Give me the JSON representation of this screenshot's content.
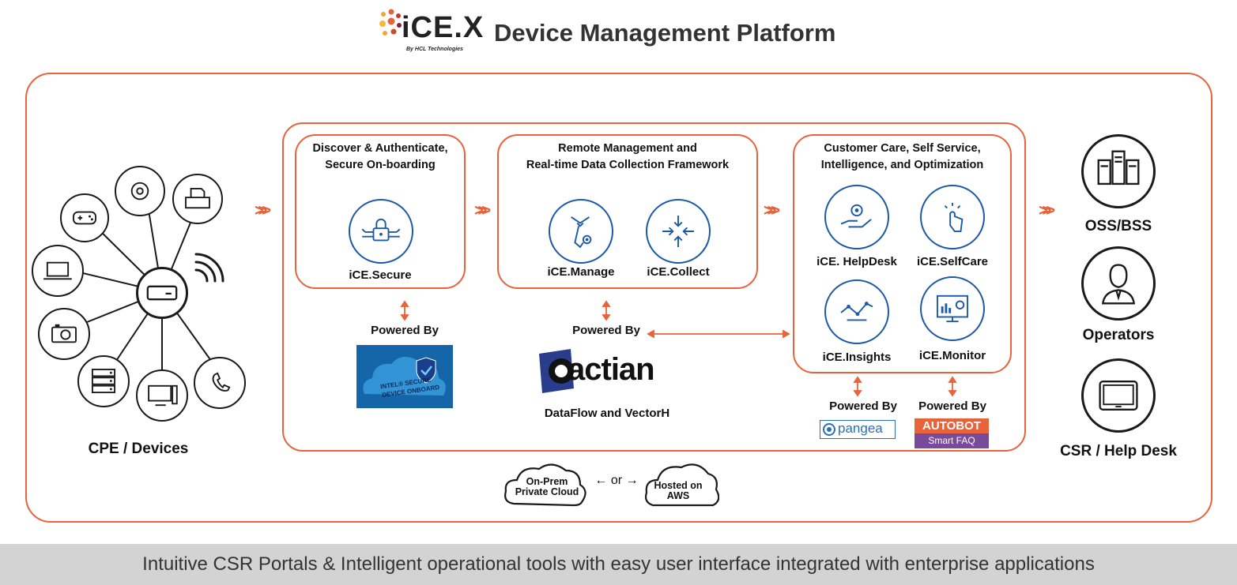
{
  "header": {
    "logo_text": "iCE.X",
    "logo_tagline": "By HCL Technologies",
    "title": "Device Management Platform"
  },
  "left": {
    "label": "CPE / Devices"
  },
  "secure_box": {
    "title_line1": "Discover & Authenticate,",
    "title_line2": "Secure On-boarding",
    "module": "iCE.Secure"
  },
  "manage_box": {
    "title_line1": "Remote Management and",
    "title_line2": "Real-time Data Collection Framework",
    "modules": [
      "iCE.Manage",
      "iCE.Collect"
    ]
  },
  "care_box": {
    "title_line1": "Customer Care, Self Service,",
    "title_line2": "Intelligence, and Optimization",
    "modules": [
      "iCE. HelpDesk",
      "iCE.SelfCare",
      "iCE.Insights",
      "iCE.Monitor"
    ]
  },
  "powered": {
    "label": "Powered By",
    "intel": {
      "line1": "INTEL® SECURE",
      "line2": "DEVICE ONBOARD"
    },
    "actian": {
      "logo": "actian",
      "caption": "DataFlow and VectorH"
    },
    "pangea": {
      "logo": "pangea"
    },
    "autobot": {
      "line1": "AUTOBOT",
      "line2": "Smart FAQ"
    }
  },
  "deploy": {
    "cloud_left_line1": "On-Prem",
    "cloud_left_line2": "Private Cloud",
    "or": "or",
    "cloud_right_line1": "Hosted on",
    "cloud_right_line2": "AWS"
  },
  "right": {
    "items": [
      "OSS/BSS",
      "Operators",
      "CSR / Help Desk"
    ]
  },
  "footer": {
    "text": "Intuitive CSR Portals & Intelligent operational tools with easy user interface integrated with enterprise applications"
  },
  "colors": {
    "accent": "#e8623a",
    "blue": "#1b5aa6",
    "footer_bg": "#d3d3d3"
  },
  "icons": [
    "gamepad-icon",
    "disc-icon",
    "printer-icon",
    "wifi-icon",
    "laptop-icon",
    "router-icon",
    "camera-icon",
    "server-stack-icon",
    "monitor-icon",
    "phone-icon",
    "lock-circuit-icon",
    "tie-gear-icon",
    "arrows-converge-icon",
    "hand-gear-icon",
    "touch-tap-icon",
    "trend-line-icon",
    "dashboard-screen-icon",
    "servers-icon",
    "operator-person-icon",
    "tablet-icon"
  ]
}
